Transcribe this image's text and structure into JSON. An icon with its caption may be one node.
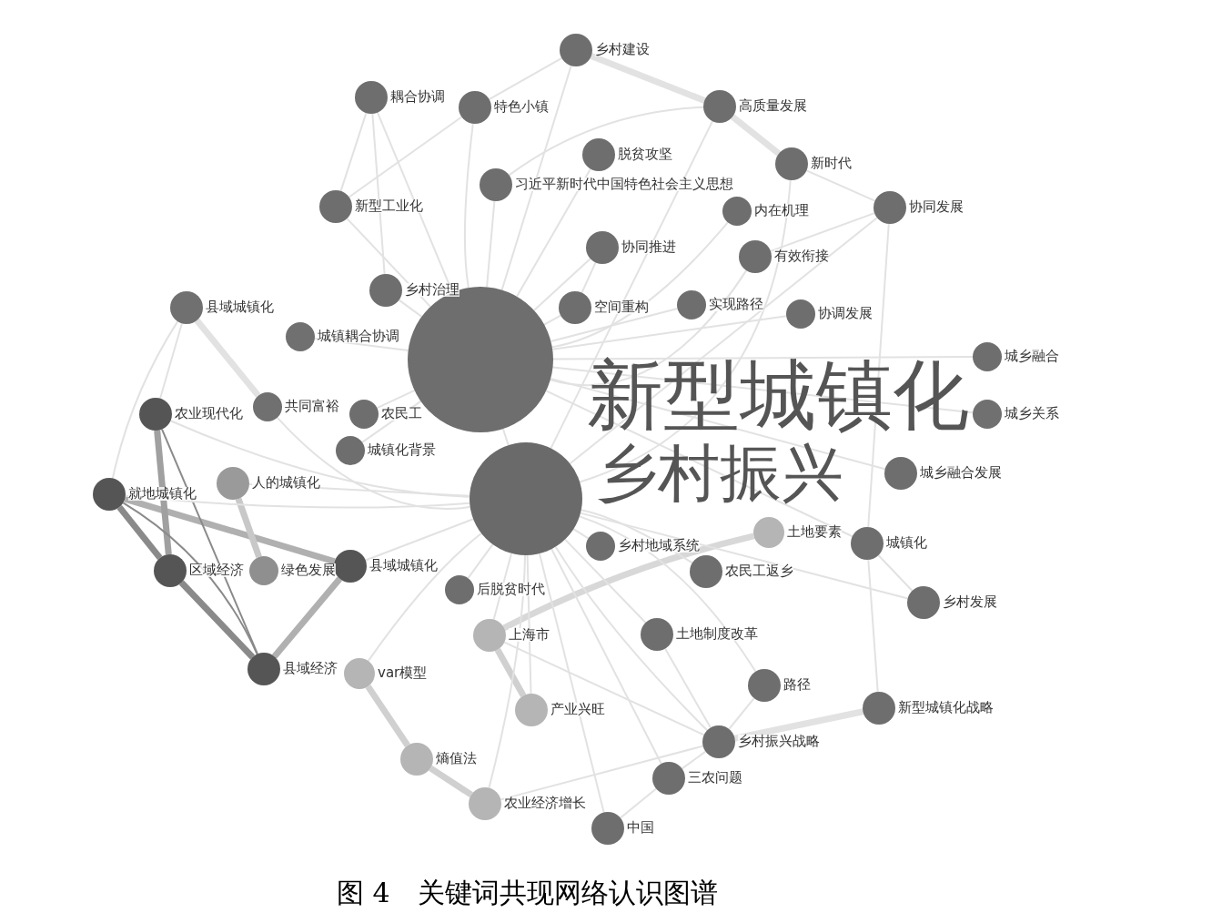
{
  "diagram": {
    "caption": "图 4　关键词共现网络认识图谱",
    "nodes": [
      {
        "text": [],
        "shape": "circle",
        "beside": [
          "乡村建设"
        ]
      },
      {
        "text": [],
        "shape": "circle",
        "beside": [
          "耦合协调"
        ]
      },
      {
        "text": [],
        "shape": "circle",
        "beside": [
          "特色小镇"
        ]
      },
      {
        "text": [],
        "shape": "circle",
        "beside": [
          "高质量发展"
        ]
      },
      {
        "text": [],
        "shape": "circle",
        "beside": [
          "脱贫攻坚"
        ]
      },
      {
        "text": [],
        "shape": "circle",
        "beside": [
          "新时代"
        ]
      },
      {
        "text": [],
        "shape": "circle",
        "beside": [
          "习近平新时代中国特色社会主义思想"
        ]
      },
      {
        "text": [],
        "shape": "circle",
        "beside": [
          "内在机理"
        ]
      },
      {
        "text": [],
        "shape": "circle",
        "beside": [
          "新型工业化"
        ]
      },
      {
        "text": [],
        "shape": "circle",
        "beside": [
          "协同发展"
        ]
      },
      {
        "text": [],
        "shape": "circle",
        "beside": [
          "协同推进"
        ]
      },
      {
        "text": [],
        "shape": "circle",
        "beside": [
          "有效衔接"
        ]
      },
      {
        "text": [],
        "shape": "circle",
        "beside": [
          "乡村治理"
        ]
      },
      {
        "text": [],
        "shape": "circle",
        "beside": [
          "空间重构"
        ]
      },
      {
        "text": [],
        "shape": "circle",
        "beside": [
          "县域城镇化"
        ]
      },
      {
        "text": [],
        "shape": "circle",
        "beside": [
          "城镇耦合协调"
        ]
      },
      {
        "text": [],
        "shape": "circle",
        "beside": [
          "农民工"
        ]
      },
      {
        "text": [],
        "shape": "circle",
        "beside": [
          "共同富裕"
        ]
      },
      {
        "text": [],
        "shape": "circle",
        "beside": [
          "农业现代化"
        ]
      },
      {
        "text": [],
        "shape": "circle",
        "beside": [
          "城镇化背景"
        ]
      },
      {
        "text": [],
        "shape": "circle",
        "beside": [
          "新型城镇化"
        ]
      },
      {
        "text": [],
        "shape": "circle",
        "beside": [
          "乡村振兴"
        ]
      },
      {
        "text": [],
        "shape": "circle",
        "beside": [
          "实现路径"
        ]
      },
      {
        "text": [],
        "shape": "circle",
        "beside": [
          "协调发展"
        ]
      },
      {
        "text": [],
        "shape": "circle",
        "beside": [
          "城乡融合"
        ]
      },
      {
        "text": [],
        "shape": "circle",
        "beside": [
          "城乡关系"
        ]
      },
      {
        "text": [],
        "shape": "circle",
        "beside": [
          "乡村地域系统"
        ]
      },
      {
        "text": [],
        "shape": "circle",
        "beside": [
          "土地要素"
        ]
      },
      {
        "text": [],
        "shape": "circle",
        "beside": [
          "城乡融合发展"
        ]
      },
      {
        "text": [],
        "shape": "circle",
        "beside": [
          "人的城镇化"
        ]
      },
      {
        "text": [],
        "shape": "circle",
        "beside": [
          "就地城镇化"
        ]
      },
      {
        "text": [],
        "shape": "circle",
        "beside": [
          "区域经济"
        ]
      },
      {
        "text": [],
        "shape": "circle",
        "beside": [
          "绿色发展"
        ]
      },
      {
        "text": [],
        "shape": "circle",
        "beside": [
          "县域城镇化"
        ]
      },
      {
        "text": [],
        "shape": "circle",
        "beside": [
          "后脱贫时代"
        ]
      },
      {
        "text": [],
        "shape": "circle",
        "beside": [
          "上海市"
        ]
      },
      {
        "text": [],
        "shape": "circle",
        "beside": [
          "土地制度改革"
        ]
      },
      {
        "text": [],
        "shape": "circle",
        "beside": [
          "农民工返乡"
        ]
      },
      {
        "text": [],
        "shape": "circle",
        "beside": [
          "城镇化"
        ]
      },
      {
        "text": [],
        "shape": "circle",
        "beside": [
          "乡村发展"
        ]
      },
      {
        "text": [],
        "shape": "circle",
        "beside": [
          "县域经济"
        ]
      },
      {
        "text": [],
        "shape": "circle",
        "beside": [
          "var模型"
        ]
      },
      {
        "text": [],
        "shape": "circle",
        "beside": [
          "产业兴旺"
        ]
      },
      {
        "text": [],
        "shape": "circle",
        "beside": [
          "路径"
        ]
      },
      {
        "text": [],
        "shape": "circle",
        "beside": [
          "新型城镇化战略"
        ]
      },
      {
        "text": [],
        "shape": "circle",
        "beside": [
          "乡村振兴战略"
        ]
      },
      {
        "text": [],
        "shape": "circle",
        "beside": [
          "熵值法"
        ]
      },
      {
        "text": [],
        "shape": "circle",
        "beside": [
          "三农问题"
        ]
      },
      {
        "text": [],
        "shape": "circle",
        "beside": [
          "农业经济增长"
        ]
      },
      {
        "text": [],
        "shape": "circle",
        "beside": [
          "中国"
        ]
      }
    ],
    "edges": [
      {
        "from": 30,
        "to": 31,
        "arrow": "none",
        "style": "thick",
        "color": "#8a8a8a"
      },
      {
        "from": 30,
        "to": 33,
        "arrow": "none",
        "style": "thick",
        "color": "#b0b0b0"
      },
      {
        "from": 18,
        "to": 31,
        "arrow": "none",
        "style": "thick",
        "color": "#a0a0a0"
      },
      {
        "from": 18,
        "to": 40,
        "arrow": "none",
        "color": "#8a8a8a"
      },
      {
        "from": 31,
        "to": 40,
        "arrow": "none",
        "style": "thick",
        "color": "#8a8a8a"
      },
      {
        "from": 33,
        "to": 40,
        "arrow": "none",
        "style": "thick",
        "color": "#b0b0b0"
      },
      {
        "from": 29,
        "to": 32,
        "arrow": "none",
        "style": "thick",
        "color": "#c8c8c8"
      },
      {
        "from": 30,
        "to": 40,
        "arrow": "none",
        "color": "#8a8a8a"
      },
      {
        "from": 41,
        "to": 46,
        "arrow": "none",
        "style": "thick",
        "color": "#d0d0d0"
      },
      {
        "from": 46,
        "to": 48,
        "arrow": "none",
        "style": "thick",
        "color": "#d0d0d0"
      },
      {
        "from": 35,
        "to": 42,
        "arrow": "none",
        "style": "thick",
        "color": "#d0d0d0"
      },
      {
        "from": 35,
        "to": 27,
        "arrow": "none",
        "style": "thick",
        "color": "#d8d8d8"
      },
      {
        "from": 0,
        "to": 3,
        "arrow": "none",
        "style": "thick"
      },
      {
        "from": 3,
        "to": 5,
        "arrow": "none",
        "style": "thick"
      },
      {
        "from": 5,
        "to": 9,
        "arrow": "none"
      },
      {
        "from": 45,
        "to": 44,
        "arrow": "none",
        "style": "thick"
      },
      {
        "from": 14,
        "to": 17,
        "arrow": "none",
        "style": "thick"
      },
      {
        "from": 20,
        "to": 21,
        "arrow": "none"
      },
      {
        "from": 20,
        "to": 0,
        "arrow": "none"
      },
      {
        "from": 20,
        "to": 1,
        "arrow": "none"
      },
      {
        "from": 20,
        "to": 2,
        "arrow": "none"
      },
      {
        "from": 20,
        "to": 4,
        "arrow": "none"
      },
      {
        "from": 20,
        "to": 6,
        "arrow": "none"
      },
      {
        "from": 20,
        "to": 8,
        "arrow": "none"
      },
      {
        "from": 20,
        "to": 10,
        "arrow": "none"
      },
      {
        "from": 20,
        "to": 11,
        "arrow": "none"
      },
      {
        "from": 20,
        "to": 12,
        "arrow": "none"
      },
      {
        "from": 20,
        "to": 13,
        "arrow": "none"
      },
      {
        "from": 20,
        "to": 16,
        "arrow": "none"
      },
      {
        "from": 20,
        "to": 19,
        "arrow": "none"
      },
      {
        "from": 20,
        "to": 22,
        "arrow": "none"
      },
      {
        "from": 20,
        "to": 23,
        "arrow": "none"
      },
      {
        "from": 20,
        "to": 24,
        "arrow": "none"
      },
      {
        "from": 20,
        "to": 25,
        "arrow": "none"
      },
      {
        "from": 20,
        "to": 28,
        "arrow": "none"
      },
      {
        "from": 20,
        "to": 38,
        "arrow": "none"
      },
      {
        "from": 20,
        "to": 7,
        "arrow": "none"
      },
      {
        "from": 21,
        "to": 3,
        "arrow": "none"
      },
      {
        "from": 21,
        "to": 9,
        "arrow": "none"
      },
      {
        "from": 21,
        "to": 26,
        "arrow": "none"
      },
      {
        "from": 21,
        "to": 34,
        "arrow": "none"
      },
      {
        "from": 21,
        "to": 35,
        "arrow": "none"
      },
      {
        "from": 21,
        "to": 36,
        "arrow": "none"
      },
      {
        "from": 21,
        "to": 37,
        "arrow": "none"
      },
      {
        "from": 21,
        "to": 39,
        "arrow": "none"
      },
      {
        "from": 21,
        "to": 43,
        "arrow": "none"
      },
      {
        "from": 21,
        "to": 45,
        "arrow": "none"
      },
      {
        "from": 21,
        "to": 47,
        "arrow": "none"
      },
      {
        "from": 21,
        "to": 49,
        "arrow": "none"
      },
      {
        "from": 21,
        "to": 42,
        "arrow": "none"
      },
      {
        "from": 21,
        "to": 48,
        "arrow": "none"
      },
      {
        "from": 21,
        "to": 41,
        "arrow": "none"
      },
      {
        "from": 21,
        "to": 33,
        "arrow": "none"
      },
      {
        "from": 21,
        "to": 18,
        "arrow": "none"
      },
      {
        "from": 21,
        "to": 30,
        "arrow": "none"
      },
      {
        "from": 21,
        "to": 29,
        "arrow": "none"
      },
      {
        "from": 21,
        "to": 17,
        "arrow": "none"
      },
      {
        "from": 20,
        "to": 15,
        "arrow": "none"
      },
      {
        "from": 21,
        "to": 5,
        "arrow": "none"
      },
      {
        "from": 1,
        "to": 8,
        "arrow": "none"
      },
      {
        "from": 1,
        "to": 12,
        "arrow": "none"
      },
      {
        "from": 2,
        "to": 0,
        "arrow": "none"
      },
      {
        "from": 6,
        "to": 3,
        "arrow": "none"
      },
      {
        "from": 2,
        "to": 8,
        "arrow": "none"
      },
      {
        "from": 10,
        "to": 13,
        "arrow": "none"
      },
      {
        "from": 11,
        "to": 9,
        "arrow": "none"
      },
      {
        "from": 38,
        "to": 39,
        "arrow": "none"
      },
      {
        "from": 43,
        "to": 45,
        "arrow": "none"
      },
      {
        "from": 45,
        "to": 47,
        "arrow": "none"
      },
      {
        "from": 47,
        "to": 49,
        "arrow": "none"
      },
      {
        "from": 36,
        "to": 45,
        "arrow": "none"
      },
      {
        "from": 44,
        "to": 38,
        "arrow": "none"
      },
      {
        "from": 9,
        "to": 38,
        "arrow": "none"
      },
      {
        "from": 14,
        "to": 30,
        "arrow": "none"
      },
      {
        "from": 14,
        "to": 18,
        "arrow": "none"
      },
      {
        "from": 48,
        "to": 45,
        "arrow": "none"
      },
      {
        "from": 35,
        "to": 45,
        "arrow": "none"
      }
    ]
  }
}
